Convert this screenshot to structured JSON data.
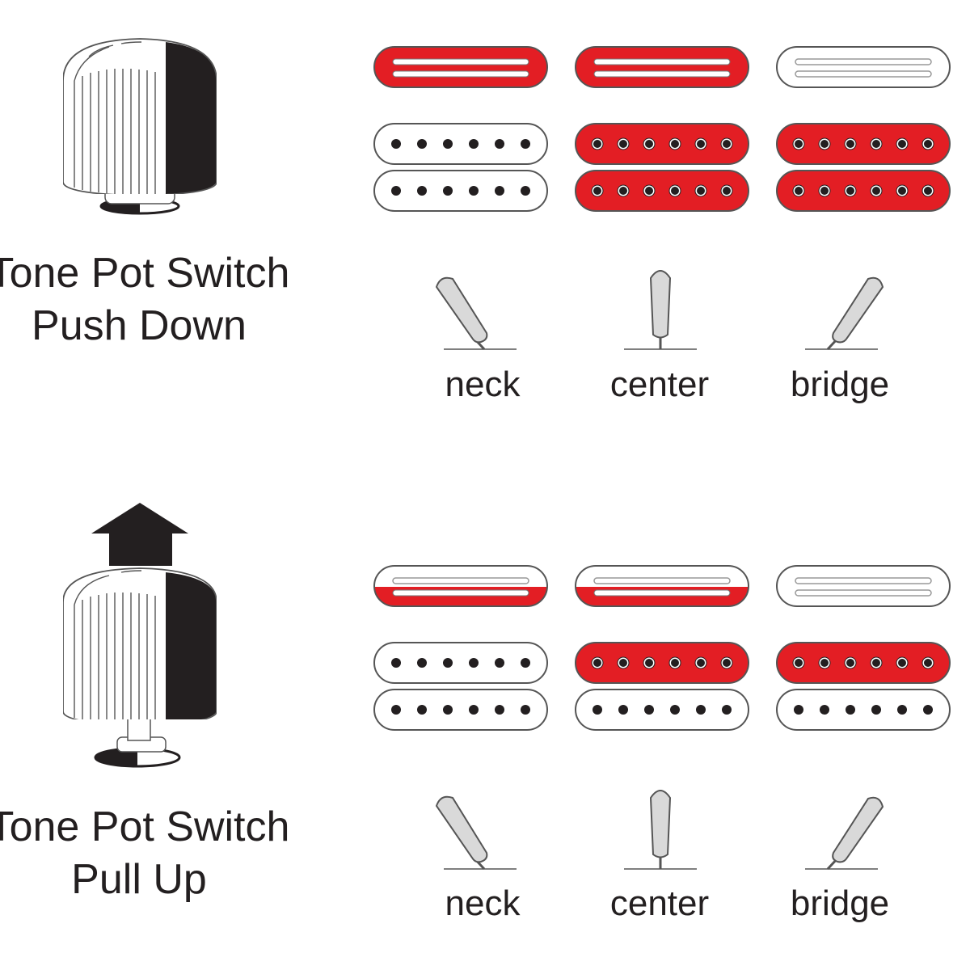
{
  "colors": {
    "active": "#e31e24",
    "ink": "#231f20",
    "outline": "#555555",
    "lever": "#d9d9d9"
  },
  "sections": [
    {
      "title_line1": "Tone Pot Switch",
      "title_line2": "Push Down",
      "knob_state": "down",
      "arrow_icon": false,
      "positions": [
        {
          "label": "neck",
          "lever": "left",
          "single": "on",
          "hum_top": "off",
          "hum_bottom": "off"
        },
        {
          "label": "center",
          "lever": "center",
          "single": "on",
          "hum_top": "on",
          "hum_bottom": "on"
        },
        {
          "label": "bridge",
          "lever": "right",
          "single": "off",
          "hum_top": "on",
          "hum_bottom": "on"
        }
      ]
    },
    {
      "title_line1": "Tone Pot Switch",
      "title_line2": "Pull Up",
      "knob_state": "up",
      "arrow_icon": true,
      "positions": [
        {
          "label": "neck",
          "lever": "left",
          "single": "partial",
          "hum_top": "off",
          "hum_bottom": "off"
        },
        {
          "label": "center",
          "lever": "center",
          "single": "partial",
          "hum_top": "on",
          "hum_bottom": "off"
        },
        {
          "label": "bridge",
          "lever": "right",
          "single": "off",
          "hum_top": "on",
          "hum_bottom": "off"
        }
      ]
    }
  ]
}
